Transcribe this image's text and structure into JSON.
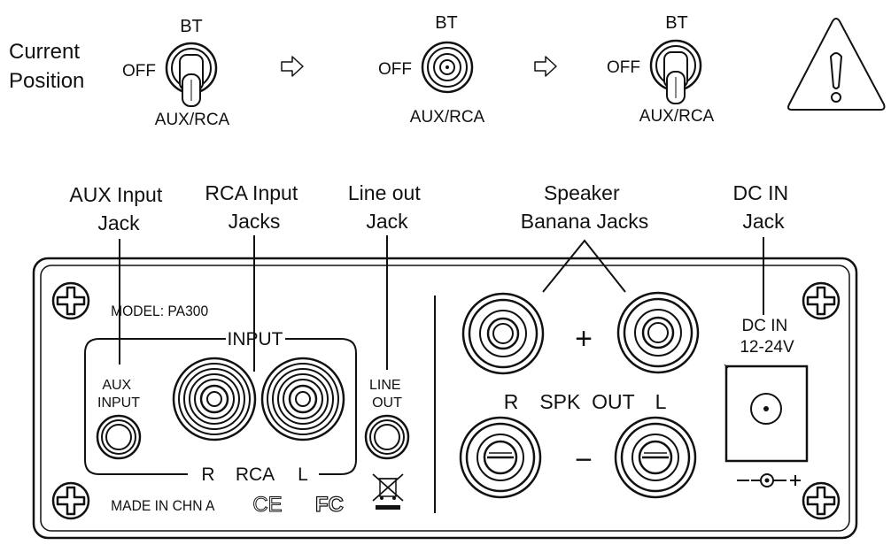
{
  "toggle_sequence": {
    "current_position_label": [
      "Current",
      "Position"
    ],
    "switches": [
      {
        "top_label": "BT",
        "left_label": "OFF",
        "bottom_label": "AUX/RCA",
        "lever": "down"
      },
      {
        "top_label": "BT",
        "left_label": "OFF",
        "bottom_label": "AUX/RCA",
        "lever": "center"
      },
      {
        "top_label": "BT",
        "left_label": "OFF",
        "bottom_label": "AUX/RCA",
        "lever": "down"
      }
    ],
    "arrow_icon": "hollow-right-arrow-icon",
    "warning_icon": "warning-triangle-icon"
  },
  "callouts": {
    "aux_input_jack": [
      "AUX Input",
      "Jack"
    ],
    "rca_input_jacks": [
      "RCA Input",
      "Jacks"
    ],
    "line_out_jack": [
      "Line out",
      "Jack"
    ],
    "speaker_banana_jacks": [
      "Speaker",
      "Banana Jacks"
    ],
    "dc_in_jack": [
      "DC IN",
      "Jack"
    ]
  },
  "panel": {
    "model": "MODEL: PA300",
    "input_header": "INPUT",
    "aux_input": [
      "AUX",
      "INPUT"
    ],
    "rca_r": "R",
    "rca": "RCA",
    "rca_l": "L",
    "line_out": [
      "LINE",
      "OUT"
    ],
    "made_in": "MADE IN CHN A",
    "ce_mark": "CE",
    "fc_mark": "FC",
    "weee_icon": "crossed-bin-icon",
    "plus_sign": "+",
    "minus_sign": "−",
    "spk_r": "R",
    "spk_out": "SPK  OUT",
    "spk_l": "L",
    "dc_in": [
      "DC IN",
      "12-24V"
    ],
    "polarity_icon": "dc-polarity-icon",
    "screw_icon": "screw-head-icon"
  }
}
